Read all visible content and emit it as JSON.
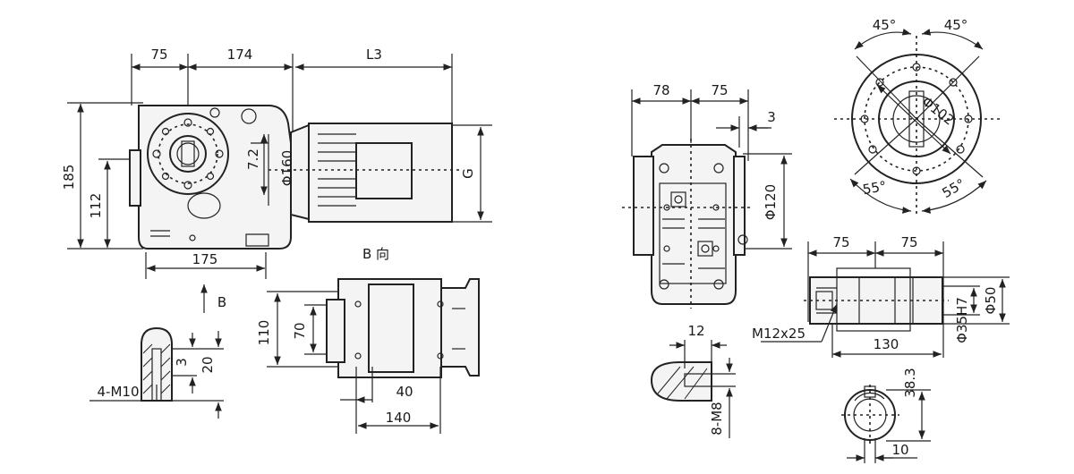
{
  "labels": {
    "d75_left": "75",
    "d174": "174",
    "dL3": "L3",
    "d185": "185",
    "d112": "112",
    "d7_2": "7.2",
    "d160": "Φ160",
    "dG": "G",
    "d175": "175",
    "b_arrow": "B",
    "b_view": "B 向",
    "d110": "110",
    "d70": "70",
    "d40": "40",
    "d140": "140",
    "d4_m10": "4-M10",
    "d3": "3",
    "d20": "20",
    "d78": "78",
    "d75_mid": "75",
    "d3_right": "3",
    "d120": "Φ120",
    "d45_a": "45°",
    "d45_b": "45°",
    "d102": "Φ102",
    "d55_a": "55°",
    "d55_b": "55°",
    "d75_s1": "75",
    "d75_s2": "75",
    "d50": "Φ50",
    "d35h7": "Φ35H7",
    "dm12": "M12x25",
    "d130": "130",
    "d12": "12",
    "d8_m8": "8-M8",
    "d38_3": "38.3",
    "d10": "10"
  }
}
